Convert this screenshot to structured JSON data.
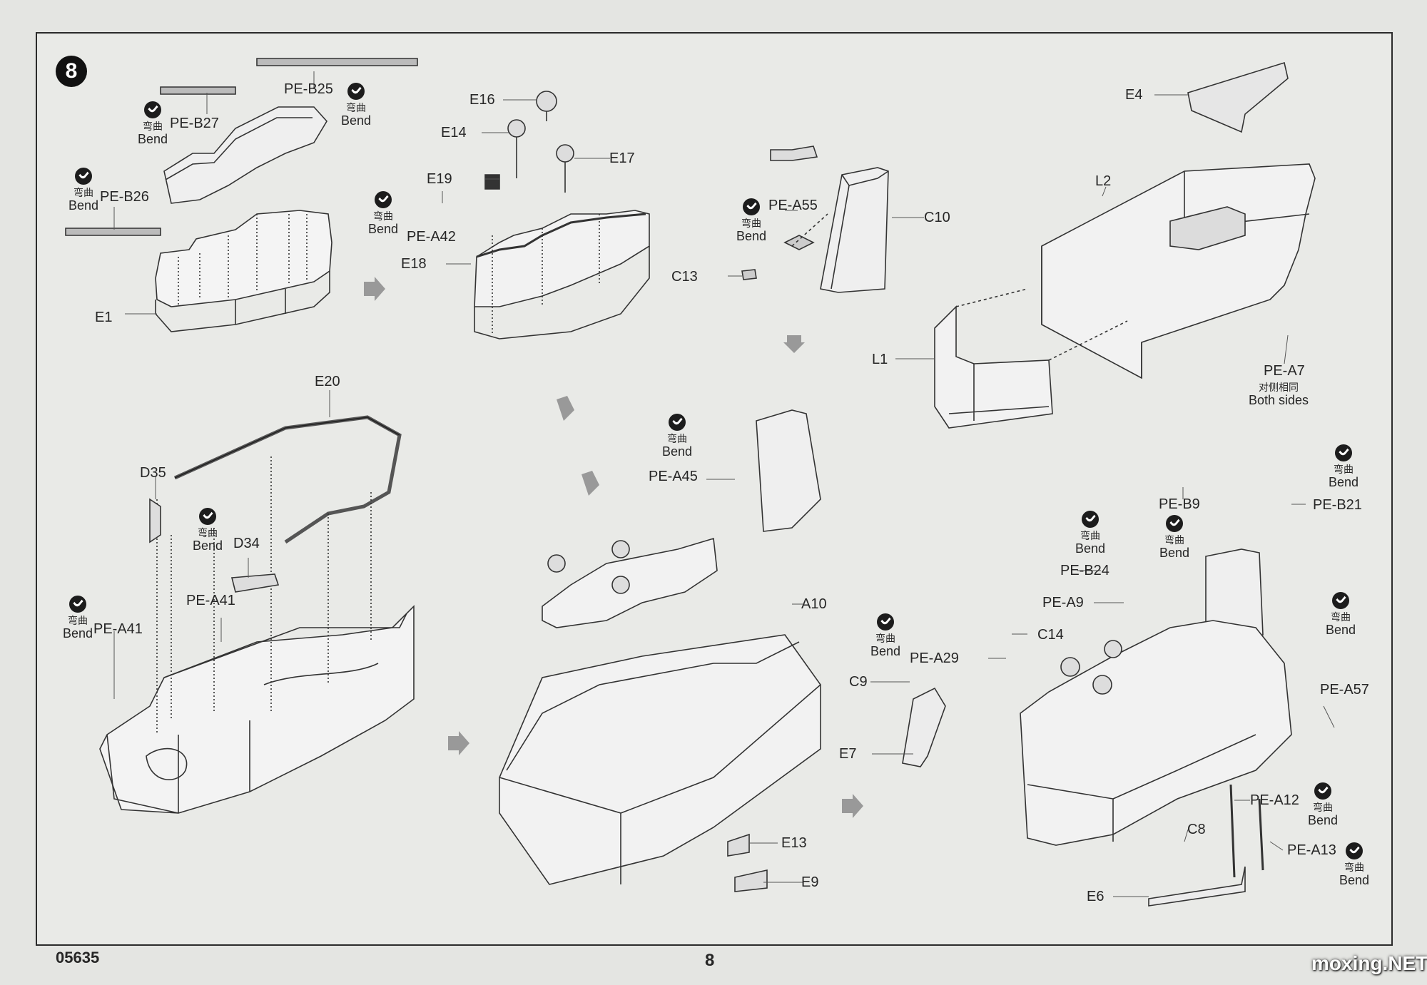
{
  "step": {
    "number": "8"
  },
  "bend_note": {
    "cn": "弯曲",
    "en": "Bend"
  },
  "both_sides_note": {
    "cn": "对侧相同",
    "en": "Both sides"
  },
  "parts": {
    "pe_b25": "PE-B25",
    "pe_b27": "PE-B27",
    "pe_b26": "PE-B26",
    "e1": "E1",
    "e16": "E16",
    "e14": "E14",
    "e17": "E17",
    "e19": "E19",
    "pe_a42": "PE-A42",
    "e18": "E18",
    "pe_a55": "PE-A55",
    "c10": "C10",
    "c13": "C13",
    "e4": "E4",
    "l2": "L2",
    "l1": "L1",
    "pe_a7": "PE-A7",
    "e20": "E20",
    "d35": "D35",
    "d34": "D34",
    "pe_a41_left": "PE-A41",
    "pe_a41_mid": "PE-A41",
    "pe_a45": "PE-A45",
    "a10": "A10",
    "e13": "E13",
    "e9": "E9",
    "pe_b9": "PE-B9",
    "pe_b21": "PE-B21",
    "pe_b24": "PE-B24",
    "pe_a9": "PE-A9",
    "pe_a29": "PE-A29",
    "c14": "C14",
    "c9": "C9",
    "e7": "E7",
    "pe_a57": "PE-A57",
    "pe_a12": "PE-A12",
    "c8": "C8",
    "pe_a13": "PE-A13",
    "e6": "E6"
  },
  "footer": {
    "kit_number": "05635",
    "page_number": "8",
    "watermark": "moxing.NET"
  }
}
